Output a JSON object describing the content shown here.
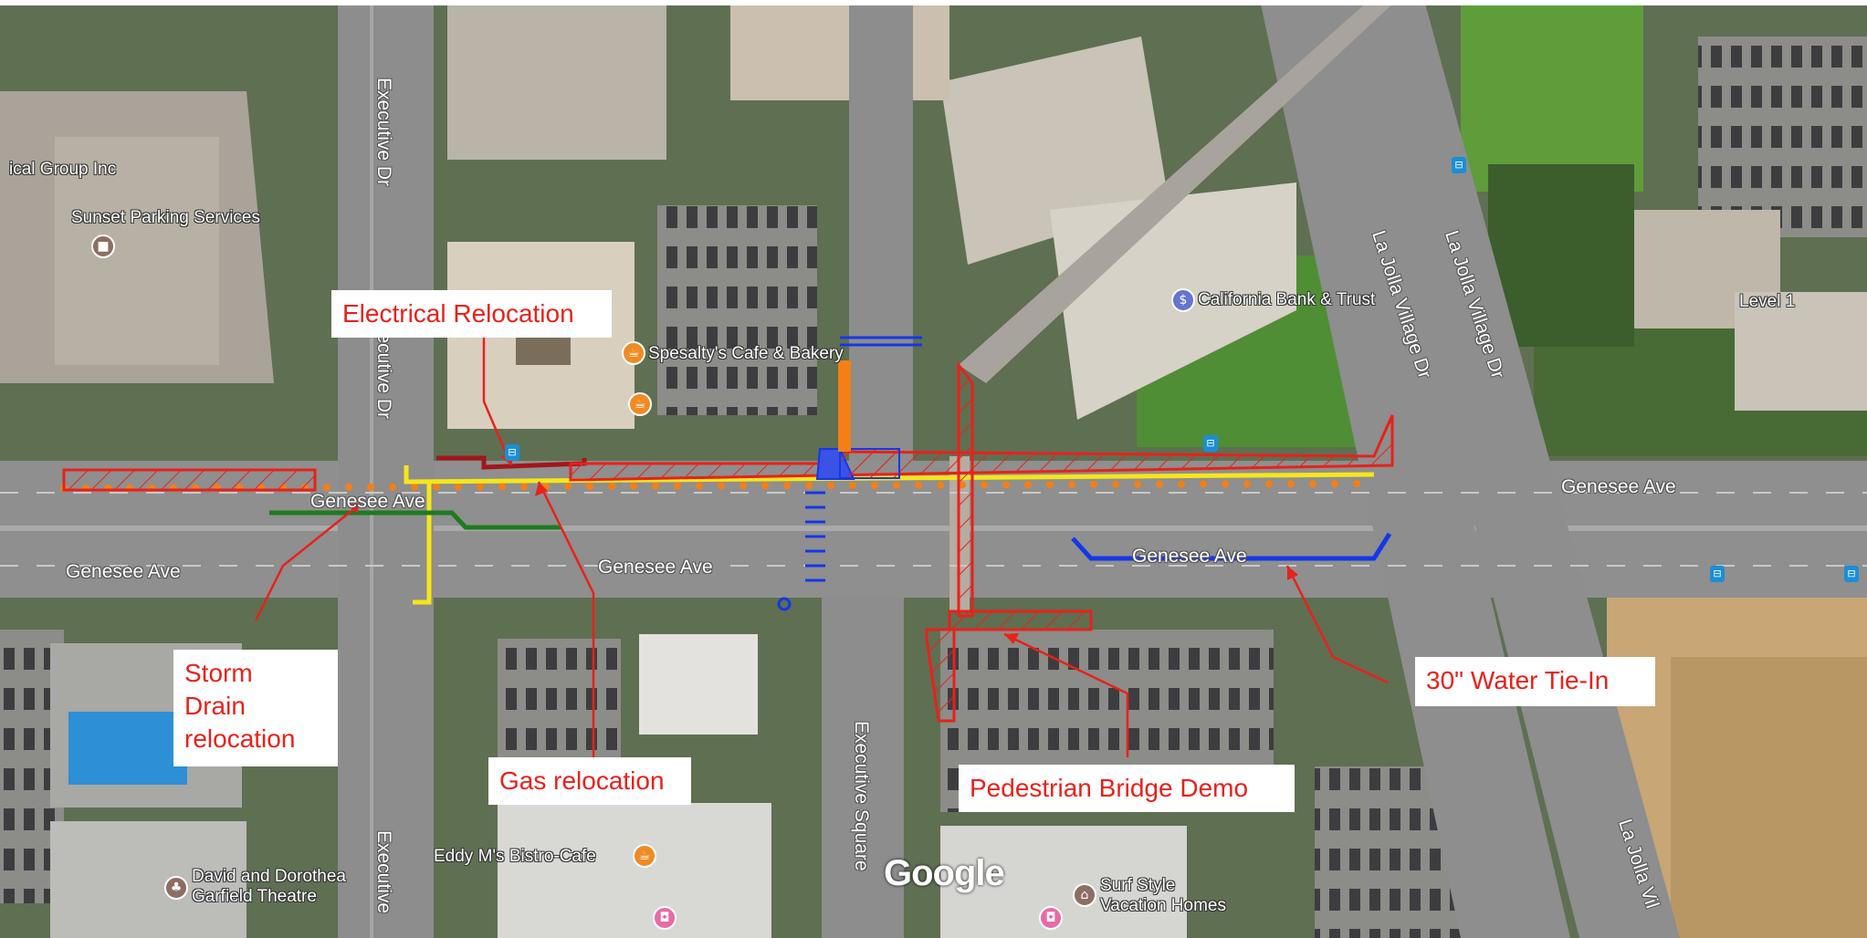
{
  "map": {
    "callouts": {
      "electrical": "Electrical Relocation",
      "storm_drain": "Storm\nDrain\nrelocation",
      "gas": "Gas relocation",
      "water": "30\" Water Tie-In",
      "bridge": "Pedestrian Bridge Demo"
    },
    "roads": {
      "genesee_1": "Genesee Ave",
      "genesee_2": "Genesee Ave",
      "genesee_3": "Genesee Ave",
      "genesee_4": "Genesee Ave",
      "executive_dr_1": "Executive Dr",
      "executive_dr_2": "Executive Dr",
      "executive_3": "Executive",
      "executive_square": "Executive Square",
      "la_jolla_village_1": "La Jolla Village Dr",
      "la_jolla_village_2": "La Jolla Village Dr",
      "la_jolla_village_3": "La Jolla Vil"
    },
    "pois": {
      "medical_group": "ical Group Inc",
      "sunset_parking": "Sunset Parking Services",
      "cafe": "Spesalty's Cafe & Bakery",
      "bank": "California Bank & Trust",
      "level": "Level 1",
      "eddys": "Eddy M's Bistro-Cafe",
      "theatre": "David and Dorothea\nGarfield Theatre",
      "surf_style": "Surf Style\nVacation Homes"
    },
    "attribution": "Google",
    "colors": {
      "electrical_line": "#a3161a",
      "storm_drain_line": "#1e7b1e",
      "gas_line": "#f5e61a",
      "water_line": "#1537e8",
      "demo_hatch": "#e8211b",
      "dotted_line": "#f57f17",
      "callout_text": "#e8211b"
    },
    "icons": [
      "cafe-icon",
      "bank-icon",
      "bus-stop-icon",
      "building-icon",
      "theatre-icon",
      "home-icon"
    ]
  }
}
